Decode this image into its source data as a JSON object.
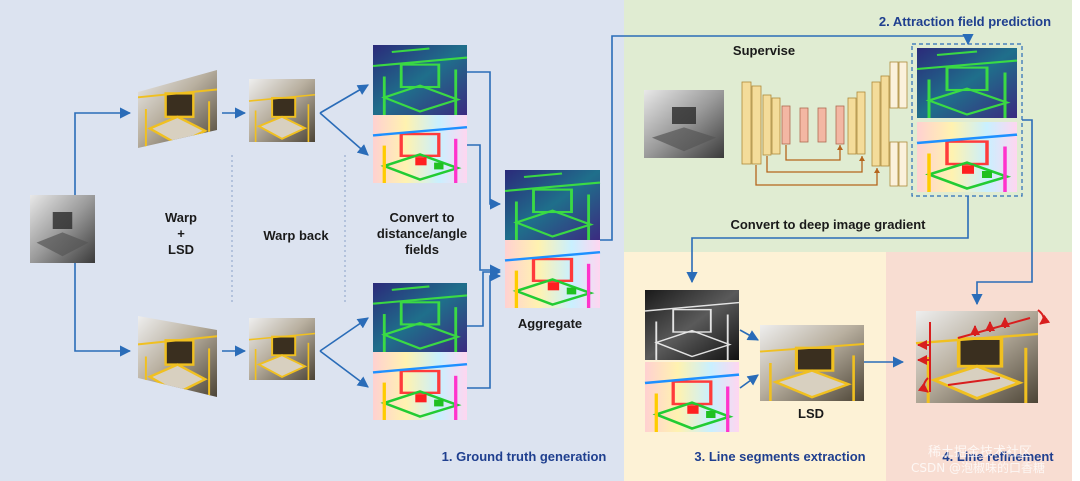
{
  "regions": {
    "ground_truth": "1. Ground truth generation",
    "attraction": "2. Attraction field prediction",
    "extraction": "3. Line segments extraction",
    "refinement": "4. Line refinement"
  },
  "labels": {
    "warp_lsd_line1": "Warp",
    "warp_lsd_line2": "+",
    "warp_lsd_line3": "LSD",
    "warp_back": "Warp back",
    "convert_line1": "Convert to",
    "convert_line2": "distance/angle",
    "convert_line3": "fields",
    "aggregate": "Aggregate",
    "supervise": "Supervise",
    "convert_gradient": "Convert to deep image gradient",
    "lsd": "LSD"
  },
  "watermark": {
    "line1": "稀土掘金技术社区",
    "line2": "CSDN @泡椒味的口香糖"
  },
  "colors": {
    "gt_bg": "#dce3f0",
    "attraction_bg": "#e0ecd2",
    "extraction_bg": "#fdf2d6",
    "refinement_bg": "#f8ddd2",
    "arrow": "#2a6cb8",
    "net_yellow": "#f4dc9a",
    "net_orange": "#f3b7a3",
    "net_light": "#fbf1dc",
    "skip": "#b5651d",
    "refine_red": "#d81e1e"
  }
}
